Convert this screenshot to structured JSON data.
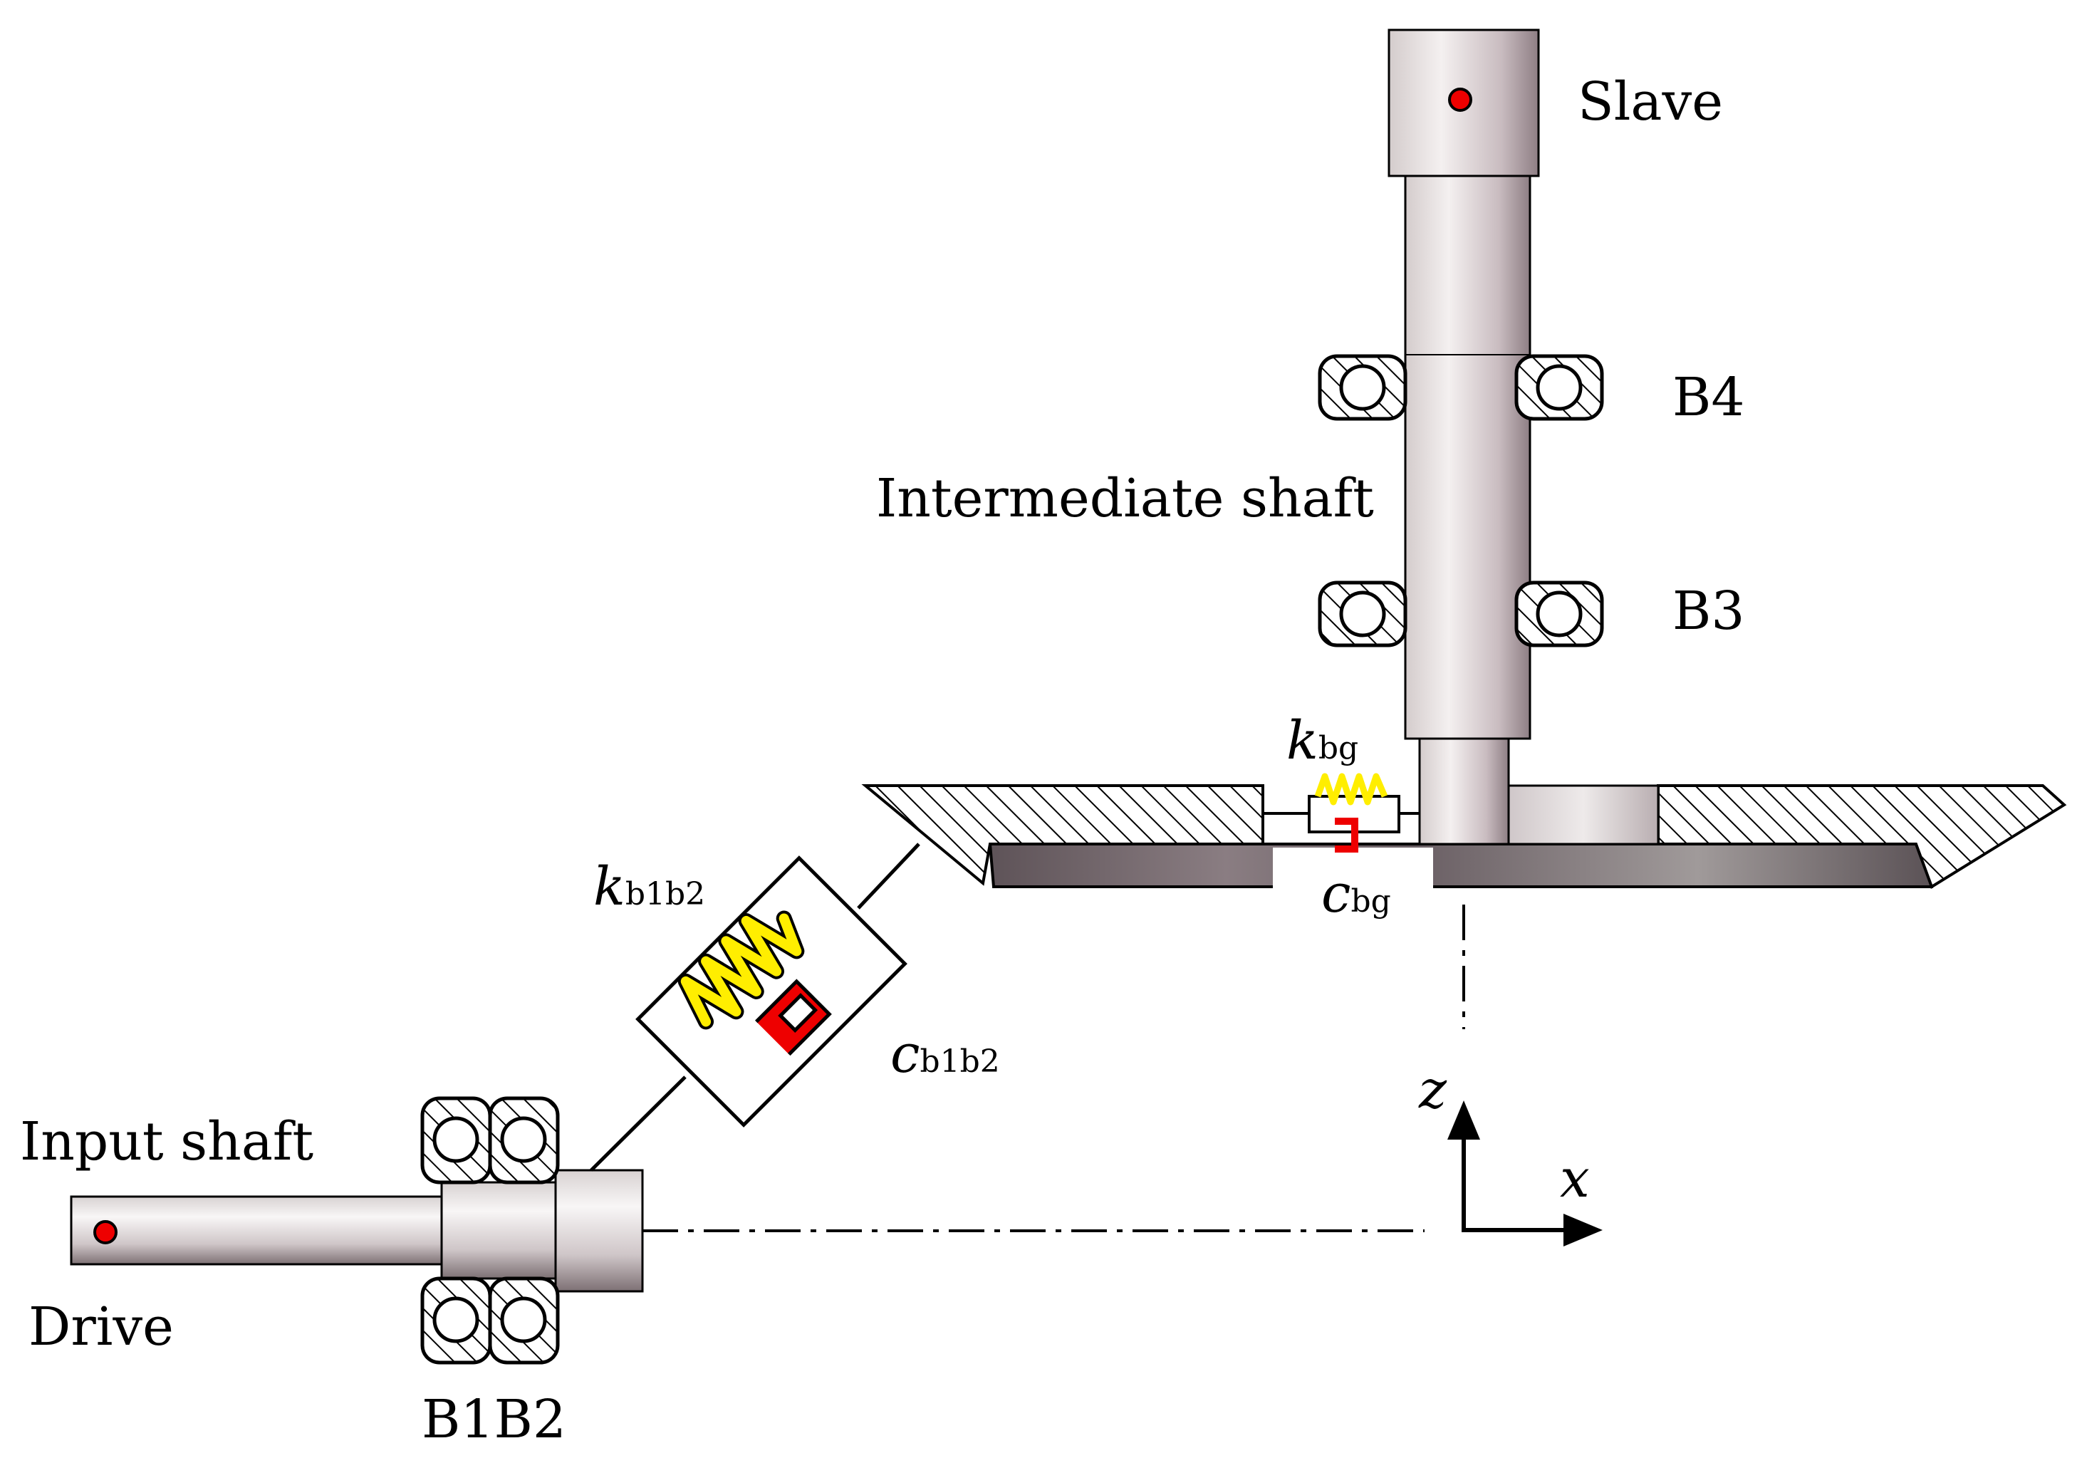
{
  "labels": {
    "slave": "Slave",
    "intermediate_shaft": "Intermediate shaft",
    "b4": "B4",
    "b3": "B3",
    "input_shaft": "Input shaft",
    "drive": "Drive",
    "b1b2": "B1B2",
    "axis_z": "z",
    "axis_x": "x"
  },
  "params": {
    "k_bg": {
      "sym": "k",
      "sub": "bg"
    },
    "c_bg": {
      "sym": "c",
      "sub": "bg"
    },
    "k_b1b2": {
      "sym": "k",
      "sub": "b1b2"
    },
    "c_b1b2": {
      "sym": "c",
      "sub": "b1b2"
    }
  },
  "colors": {
    "spring": "#ffee00",
    "damper": "#ee0000",
    "node": "#ee0000",
    "shaft_light": "#f2eeee",
    "shaft_dark": "#9a8a8e",
    "gear_face": "#6e6468"
  }
}
